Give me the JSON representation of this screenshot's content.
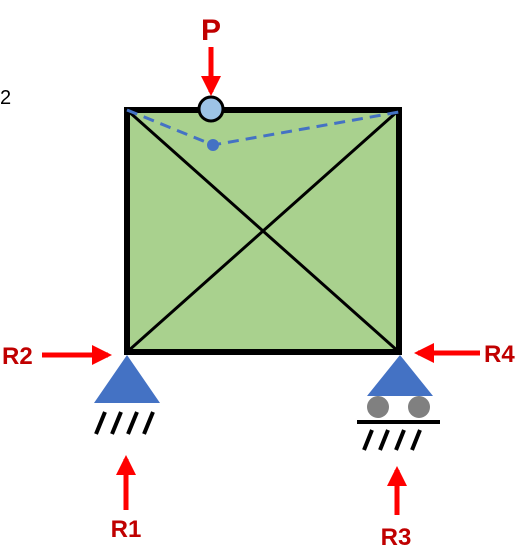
{
  "labels": {
    "load": "P",
    "r1": "R1",
    "r2": "R2",
    "r3": "R3",
    "r4": "R4",
    "margin_fragment": "2"
  },
  "colors": {
    "panel_fill": "#a9d18e",
    "frame": "#000000",
    "arrow": "#ff0000",
    "label": "#c00000",
    "support": "#4472c4",
    "deflection": "#4472c4",
    "load_node_fill": "#9dc3e6",
    "roller": "#808080"
  },
  "supports": {
    "left": "pin",
    "right": "roller"
  }
}
